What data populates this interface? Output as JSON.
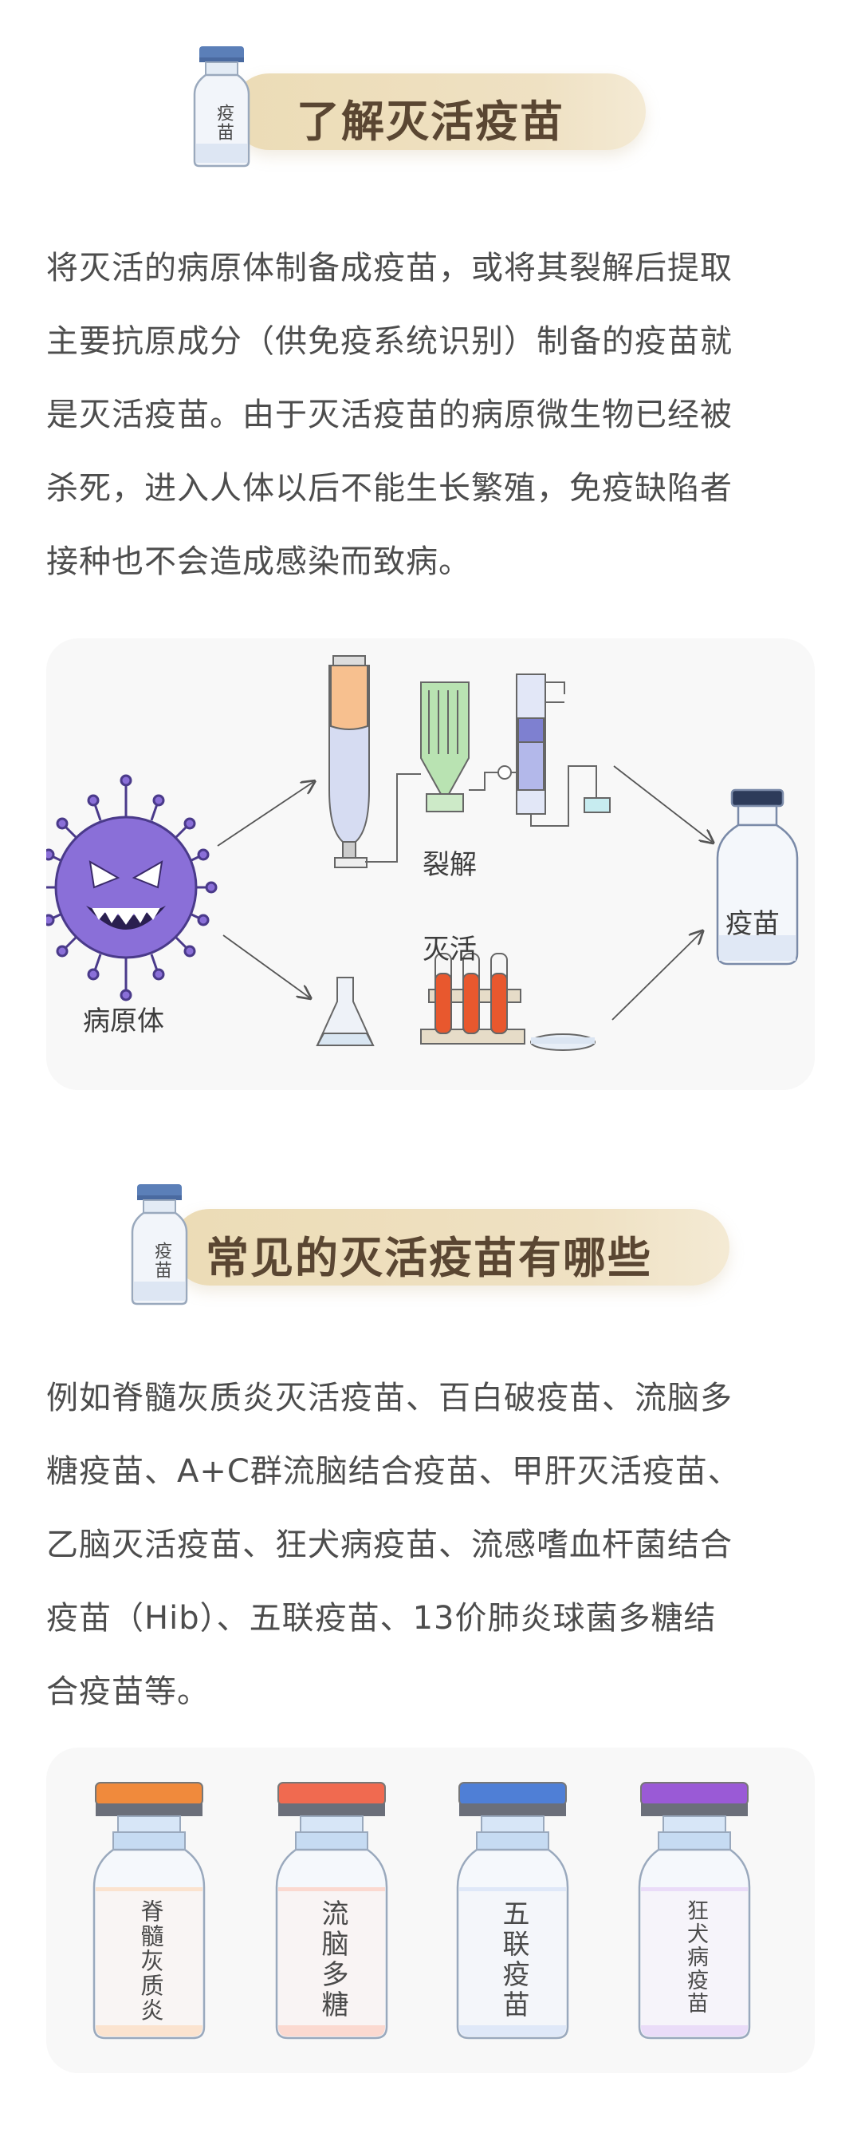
{
  "section1": {
    "title": "了解灭活疫苗",
    "vial_label": "疫苗",
    "paragraph_lines": [
      "将灭活的病原体制备成疫苗，或将其裂解后提取",
      "主要抗原成分（供免疫系统识别）制备的疫苗就",
      "是灭活疫苗。由于灭活疫苗的病原微生物已经被",
      "杀死，进入人体以后不能生长繁殖，免疫缺陷者",
      "接种也不会造成感染而致病。"
    ],
    "diagram": {
      "pathogen_label": "病原体",
      "lysis_label": "裂解",
      "inactivation_label": "灭活",
      "vaccine_label": "疫苗"
    }
  },
  "section2": {
    "title": "常见的灭活疫苗有哪些",
    "vial_label": "疫苗",
    "paragraph_lines": [
      "例如脊髓灰质炎灭活疫苗、百白破疫苗、流脑多",
      "糖疫苗、A+C群流脑结合疫苗、甲肝灭活疫苗、",
      "乙脑灭活疫苗、狂犬病疫苗、流感嗜血杆菌结合",
      "疫苗（Hib）、五联疫苗、13价肺炎球菌多糖结",
      "合疫苗等。"
    ],
    "vials": [
      {
        "label": "脊髓灰质炎",
        "cap_color": "#f08a3c",
        "liquid_color": "#fbe3cf"
      },
      {
        "label": "流脑多糖",
        "cap_color": "#f06a50",
        "liquid_color": "#fbd9d0"
      },
      {
        "label": "五联疫苗",
        "cap_color": "#4f7fd6",
        "liquid_color": "#dfe8f8"
      },
      {
        "label": "狂犬病疫苗",
        "cap_color": "#9a5ad6",
        "liquid_color": "#eadcf8"
      }
    ]
  }
}
